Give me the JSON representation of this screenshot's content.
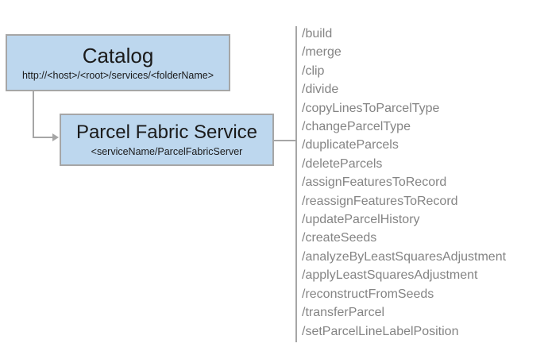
{
  "diagram": {
    "catalog_box": {
      "title": "Catalog",
      "subtitle": "http://<host>/<root>/services/<folderName>"
    },
    "service_box": {
      "title": "Parcel Fabric Service",
      "subtitle": "<serviceName/ParcelFabricServer"
    },
    "endpoints": [
      "/build",
      "/merge",
      "/clip",
      "/divide",
      "/copyLinesToParcelType",
      "/changeParcelType",
      "/duplicateParcels",
      "/deleteParcels",
      "/assignFeaturesToRecord",
      "/reassignFeaturesToRecord",
      "/updateParcelHistory",
      "/createSeeds",
      "/analyzeByLeastSquaresAdjustment",
      "/applyLeastSquaresAdjustment",
      "/reconstructFromSeeds",
      "/transferParcel",
      "/setParcelLineLabelPosition"
    ]
  },
  "colors": {
    "box_fill": "#bdd7ee",
    "box_border": "#a6a6a6",
    "connector": "#a6a6a6",
    "endpoint_text": "#848484",
    "title_text": "#1a1a1a"
  }
}
